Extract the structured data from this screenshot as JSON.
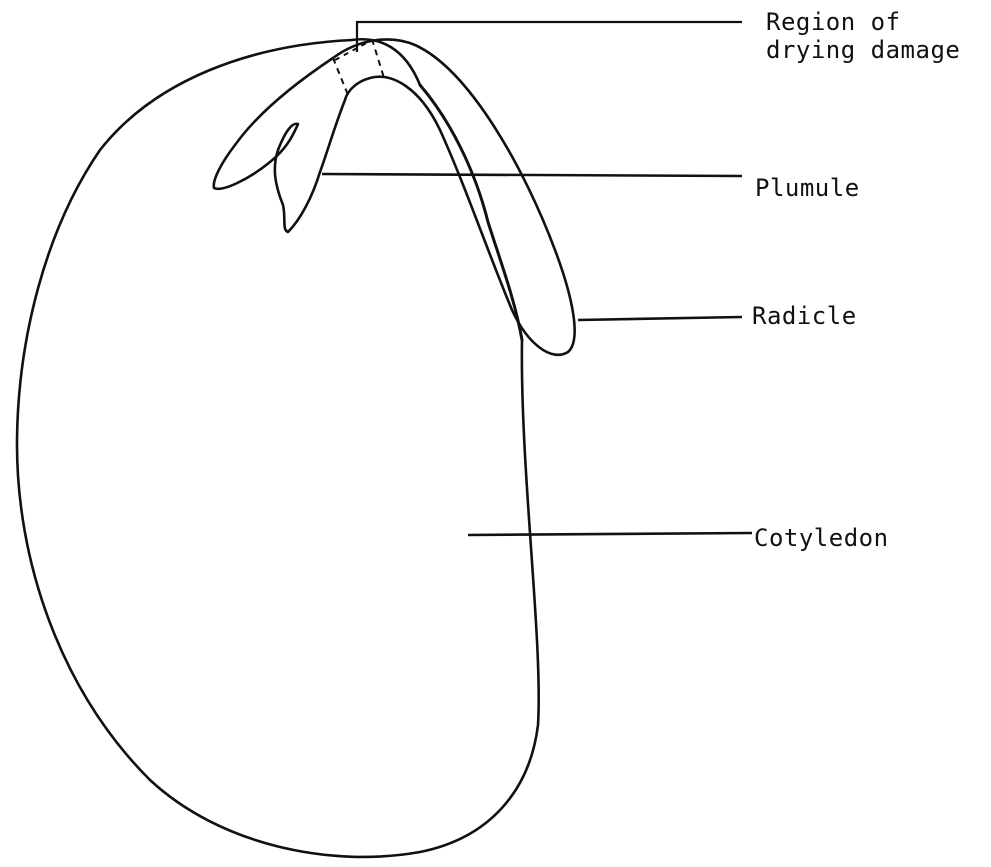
{
  "labels": {
    "region_line1": "Region of",
    "region_line2": "drying damage",
    "plumule": "Plumule",
    "radicle": "Radicle",
    "cotyledon": "Cotyledon"
  },
  "colors": {
    "ink": "#111111",
    "background": "#ffffff"
  }
}
